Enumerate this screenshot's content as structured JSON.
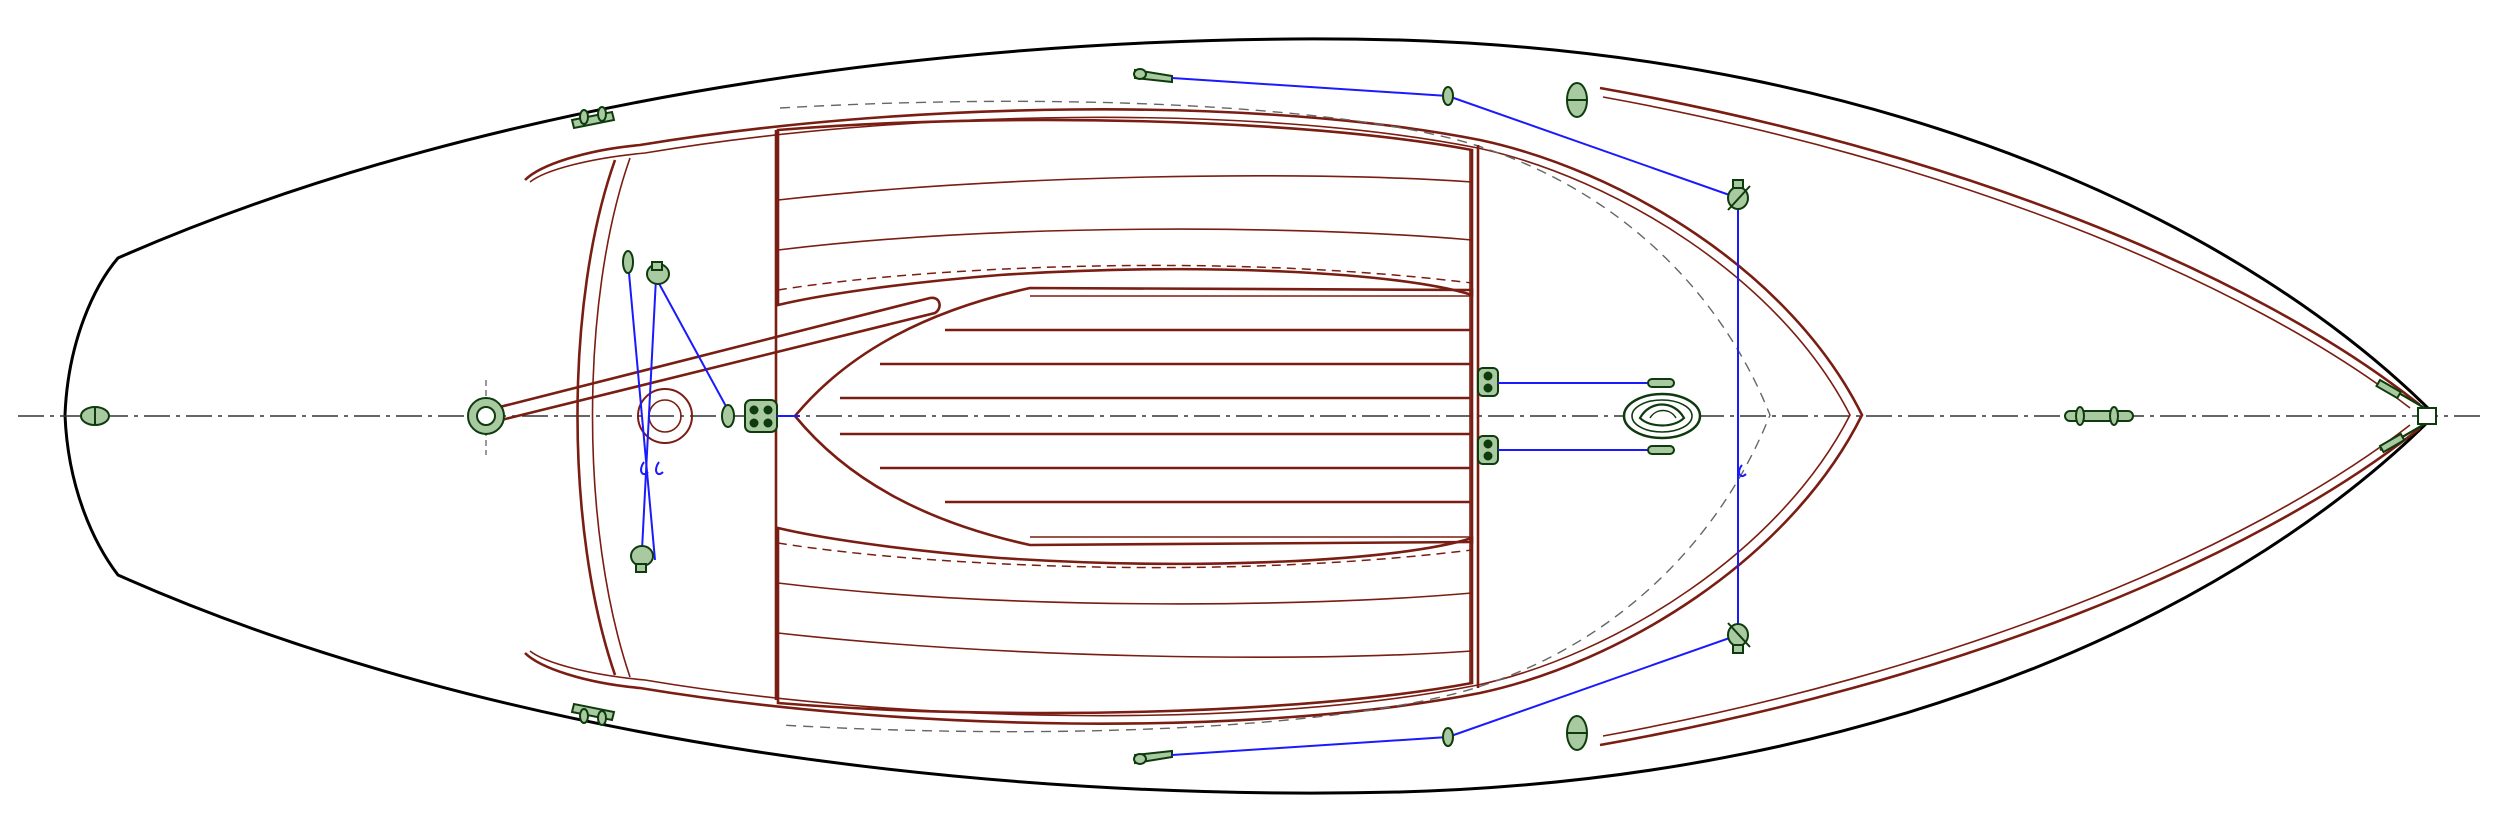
{
  "drawing": {
    "view": "deck plan",
    "colors": {
      "hull_outline": "#000000",
      "woodwork": "#7a1d12",
      "rigging": "#1a1aff",
      "fittings_stroke": "#0d3b0d",
      "fittings_fill": "#a9c9a0",
      "centerline": "#333333"
    },
    "icons": [
      "hull-outline",
      "sheer-line",
      "cockpit-coaming",
      "cockpit-seats",
      "cockpit-floorboards",
      "foredeck-outline",
      "centerline",
      "tiller",
      "rudder-head-fitting",
      "mainsheet-traveler",
      "jib-sheet-lead",
      "jib-cleat",
      "mast-step",
      "deck-cleat",
      "pad-eye",
      "shroud-chainplate",
      "bow-fitting",
      "inspection-hatch",
      "halyard-cleat"
    ]
  }
}
